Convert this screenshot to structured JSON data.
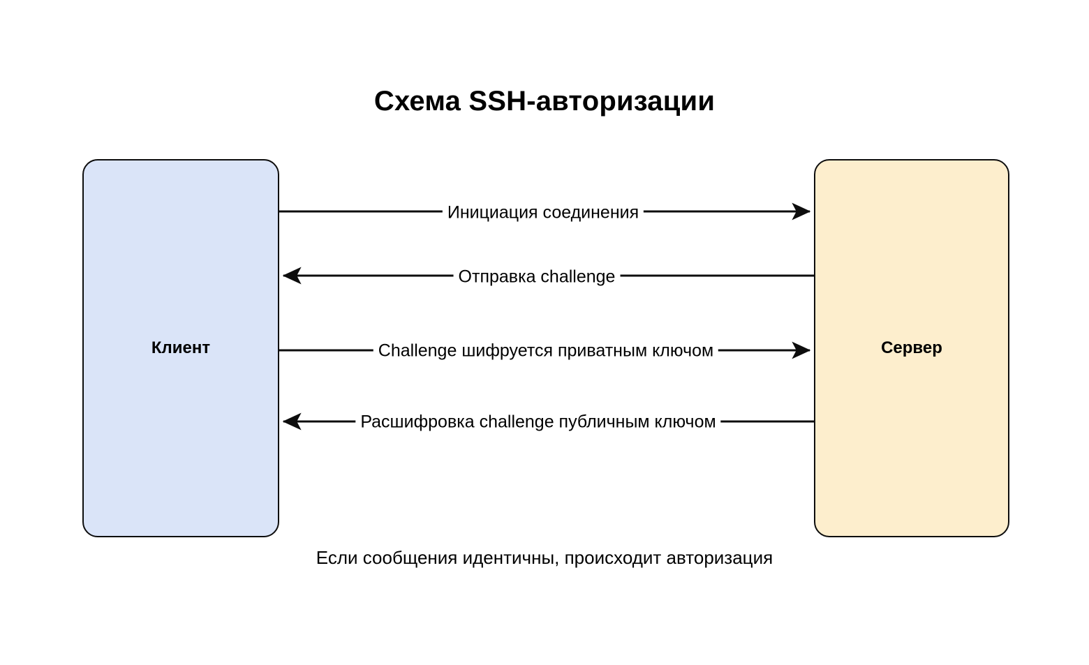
{
  "diagram": {
    "title": "Схема SSH-авторизации",
    "footnote": "Если сообщения идентичны, происходит авторизация",
    "background_color": "#ffffff",
    "stroke_color": "#0d0d0d",
    "nodes": [
      {
        "id": "client",
        "label": "Клиент",
        "fill_color": "#dae4f8",
        "side": "left"
      },
      {
        "id": "server",
        "label": "Сервер",
        "fill_color": "#fdeecd",
        "side": "right"
      }
    ],
    "flows": [
      {
        "id": "flow-1",
        "label": "Инициация соединения",
        "from": "client",
        "to": "server",
        "direction": "right"
      },
      {
        "id": "flow-2",
        "label": "Отправка challenge",
        "from": "server",
        "to": "client",
        "direction": "left"
      },
      {
        "id": "flow-3",
        "label": "Challenge шифруется приватным ключом",
        "from": "client",
        "to": "server",
        "direction": "right"
      },
      {
        "id": "flow-4",
        "label": "Расшифровка challenge публичным ключом",
        "from": "server",
        "to": "client",
        "direction": "left"
      }
    ]
  },
  "chart_data": {
    "type": "diagram",
    "title": "Схема SSH-авторизации",
    "participants": [
      "Клиент",
      "Сервер"
    ],
    "messages": [
      {
        "step": 1,
        "from": "Клиент",
        "to": "Сервер",
        "text": "Инициация соединения"
      },
      {
        "step": 2,
        "from": "Сервер",
        "to": "Клиент",
        "text": "Отправка challenge"
      },
      {
        "step": 3,
        "from": "Клиент",
        "to": "Сервер",
        "text": "Challenge шифруется приватным ключом"
      },
      {
        "step": 4,
        "from": "Сервер",
        "to": "Клиент",
        "text": "Расшифровка challenge публичным ключом"
      }
    ],
    "note": "Если сообщения идентичны, происходит авторизация"
  }
}
